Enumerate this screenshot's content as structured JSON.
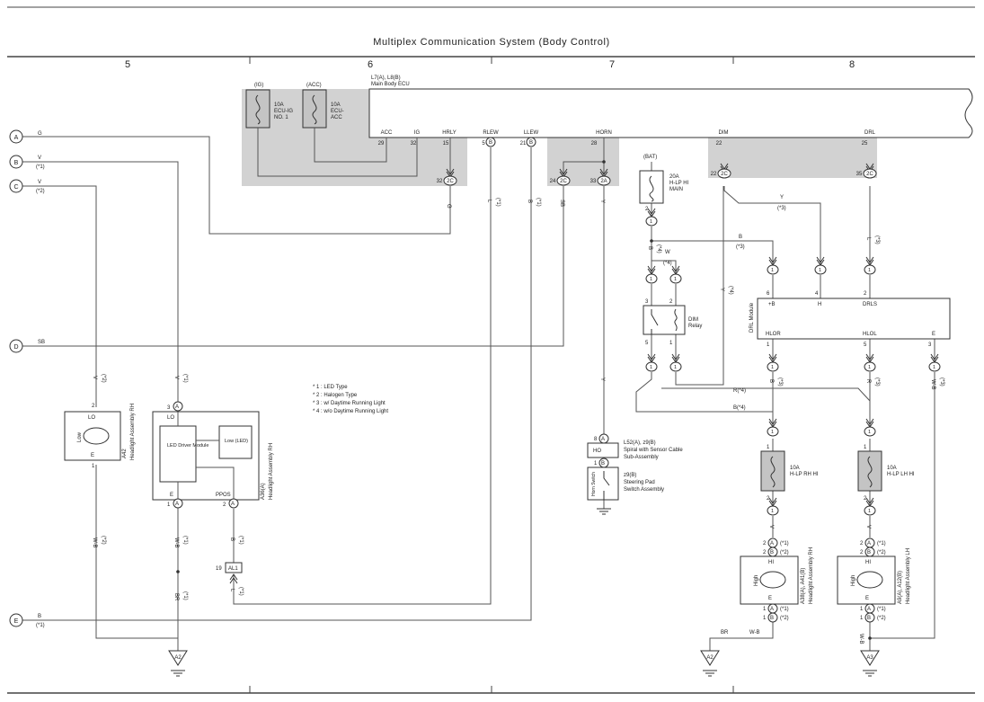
{
  "title": "Multiplex Communication System (Body Control)",
  "columns": [
    "5",
    "6",
    "7",
    "8"
  ],
  "ecu": {
    "label_top": "L7(A), L8(B)",
    "label": "Main Body ECU"
  },
  "fuses": {
    "ig": {
      "tag": "(IG)",
      "l1": "10A",
      "l2": "ECU-IG",
      "l3": "NO. 1"
    },
    "acc": {
      "tag": "(ACC)",
      "l1": "10A",
      "l2": "ECU-",
      "l3": "ACC"
    },
    "main": {
      "tag": "(BAT)",
      "l1": "20A",
      "l2": "H-LP HI",
      "l3": "MAIN"
    },
    "rh": {
      "l1": "10A",
      "l2": "H-LP RH HI"
    },
    "lh": {
      "l1": "10A",
      "l2": "H-LP LH HI"
    }
  },
  "ecu_pins": [
    {
      "name": "ACC",
      "num": "29"
    },
    {
      "name": "IG",
      "num": "32"
    },
    {
      "name": "HRLY",
      "num": "15"
    },
    {
      "name": "RLEW",
      "num": "5"
    },
    {
      "name": "LLEW",
      "num": "21"
    },
    {
      "name": "HORN",
      "num": "28"
    },
    {
      "name": "DIM",
      "num": "22"
    },
    {
      "name": "DRL",
      "num": "25"
    }
  ],
  "ecu_pin_conn": {
    "rlew": "B",
    "llew": "B"
  },
  "connectors": {
    "c32": {
      "num": "32",
      "id": "2C"
    },
    "c24": {
      "num": "24",
      "id": "2C"
    },
    "c33": {
      "num": "33",
      "id": "2A"
    },
    "c22": {
      "num": "22",
      "id": "2C"
    },
    "c35": {
      "num": "35",
      "id": "2C"
    }
  },
  "offpage": [
    "A",
    "B",
    "C",
    "D",
    "E"
  ],
  "offpage_wires": {
    "a": {
      "color": "G",
      "note": ""
    },
    "b": {
      "color": "V",
      "note": "(*1)"
    },
    "c": {
      "color": "V",
      "note": "(*2)"
    },
    "d": {
      "color": "SB",
      "note": ""
    },
    "e": {
      "color": "B",
      "note": "(*1)"
    }
  },
  "wire_colors": {
    "g": "G",
    "l": "L",
    "l_note": "(*1)",
    "b": "B",
    "b_note": "(*1)",
    "sb": "SB",
    "y": "Y",
    "v": "V",
    "n2": "(*2)",
    "n1": "(*1)",
    "n3": "(*3)",
    "n4": "(*4)",
    "wb": "W-B",
    "br": "BR",
    "r": "R",
    "w": "W",
    "r4": "R(*4)",
    "b4": "B(*4)"
  },
  "notes": [
    "* 1 : LED Type",
    "* 2 : Halogen Type",
    "* 3 : w/ Daytime Running Light",
    "* 4 : w/o Daytime Running Light"
  ],
  "components": {
    "a42": {
      "id": "A42",
      "name": "Headlight Assembly RH",
      "lo": "LO",
      "e": "E",
      "pin2": "2",
      "pin1": "1",
      "bulb": "Low"
    },
    "a36": {
      "id": "A36(A)",
      "name": "Headlight Assembly RH",
      "lo": "LO",
      "e": "E",
      "ppos": "PPOS",
      "pin3": "3",
      "pin1": "1",
      "pin2": "2",
      "conn": "A",
      "led_driver": "LED Driver Module",
      "led_low": "Low (LED)"
    },
    "al1": {
      "num": "19",
      "id": "AL1"
    },
    "spiral": {
      "id": "L52(A), z9(B)",
      "name": "Spiral with Sensor Cable",
      "name2": "Sub-Assembly",
      "ho": "HO",
      "pin8": "8",
      "pin1": "1",
      "ca": "A",
      "cb": "B"
    },
    "steering": {
      "id": "z9(B)",
      "name": "Steering Pad",
      "name2": "Switch Assembly",
      "sw": "Horn Switch"
    },
    "dimrelay": {
      "name": "DIM",
      "name2": "Relay",
      "p3": "3",
      "p2": "2",
      "p5": "5",
      "p1": "1"
    },
    "drl": {
      "name": "DRL Module",
      "p6": "6",
      "p4": "4",
      "p2": "2",
      "p1": "1",
      "p5": "5",
      "p3": "3",
      "plusb": "+B",
      "h": "H",
      "drls": "DRLS",
      "hlor": "HLOR",
      "hlol": "HLOL",
      "e": "E"
    },
    "a38": {
      "id": "A38(A), A41(B)",
      "name": "Headlight Assembly RH",
      "hi": "HI",
      "e": "E",
      "bulb": "High"
    },
    "a9": {
      "id": "A9(A), A12(B)",
      "name": "Headlight Assembly LH",
      "hi": "HI",
      "e": "E",
      "bulb": "High"
    }
  },
  "ground_points": [
    "A2",
    "A2",
    "A3"
  ],
  "connector_letters": {
    "a": "A",
    "b": "B"
  },
  "pin_labels": {
    "p1": "1",
    "p2": "2",
    "p3": "3",
    "p4": "4",
    "p5": "5",
    "p6": "6",
    "p8": "8"
  },
  "conn_notes": {
    "n1": "(*1)",
    "n2": "(*2)"
  },
  "line_color": "#555555",
  "shade_color": "#d2d2d2"
}
